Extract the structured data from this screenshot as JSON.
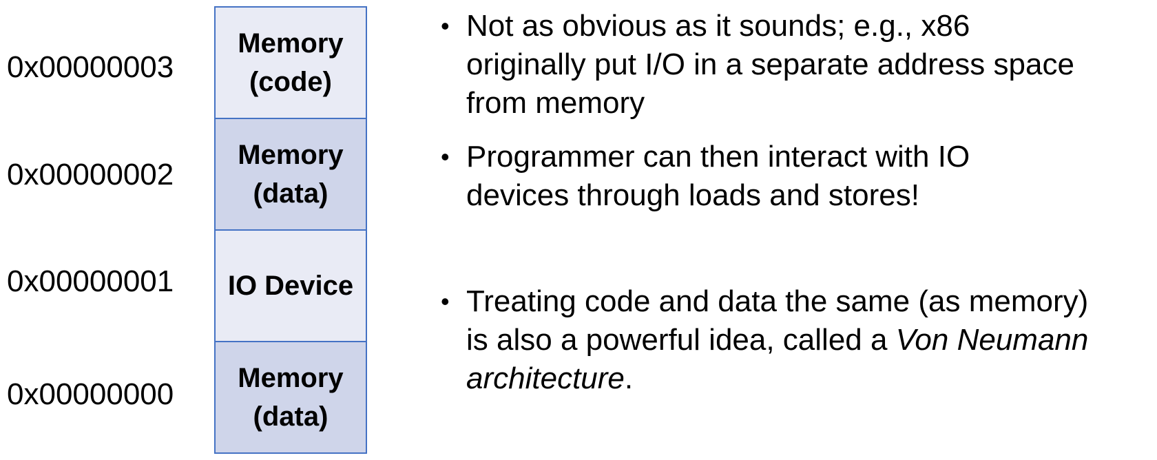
{
  "addresses": [
    "0x00000003",
    "0x00000002",
    "0x00000001",
    "0x00000000"
  ],
  "memory_cells": [
    {
      "lines": [
        "Memory",
        "(code)"
      ],
      "fill": "#E9EBF5"
    },
    {
      "lines": [
        "Memory",
        "(data)"
      ],
      "fill": "#CFD5EA"
    },
    {
      "lines": [
        "IO Device"
      ],
      "fill": "#E9EBF5"
    },
    {
      "lines": [
        "Memory",
        "(data)"
      ],
      "fill": "#CFD5EA"
    }
  ],
  "border_color": "#4472C4",
  "bullet_glyph": "•",
  "bullets": [
    {
      "lines": [
        "Not as obvious as it sounds; e.g., x86",
        "originally put I/O in a separate address space",
        "from memory"
      ]
    },
    {
      "lines": [
        "Programmer can then interact with IO",
        "devices through loads and stores!"
      ]
    },
    {
      "line1": "Treating code and data the same (as memory)",
      "line2_prefix": "is also a powerful idea, called a ",
      "line2_italic": "Von Neumann",
      "line3_italic": "architecture",
      "line3_suffix": "."
    }
  ]
}
